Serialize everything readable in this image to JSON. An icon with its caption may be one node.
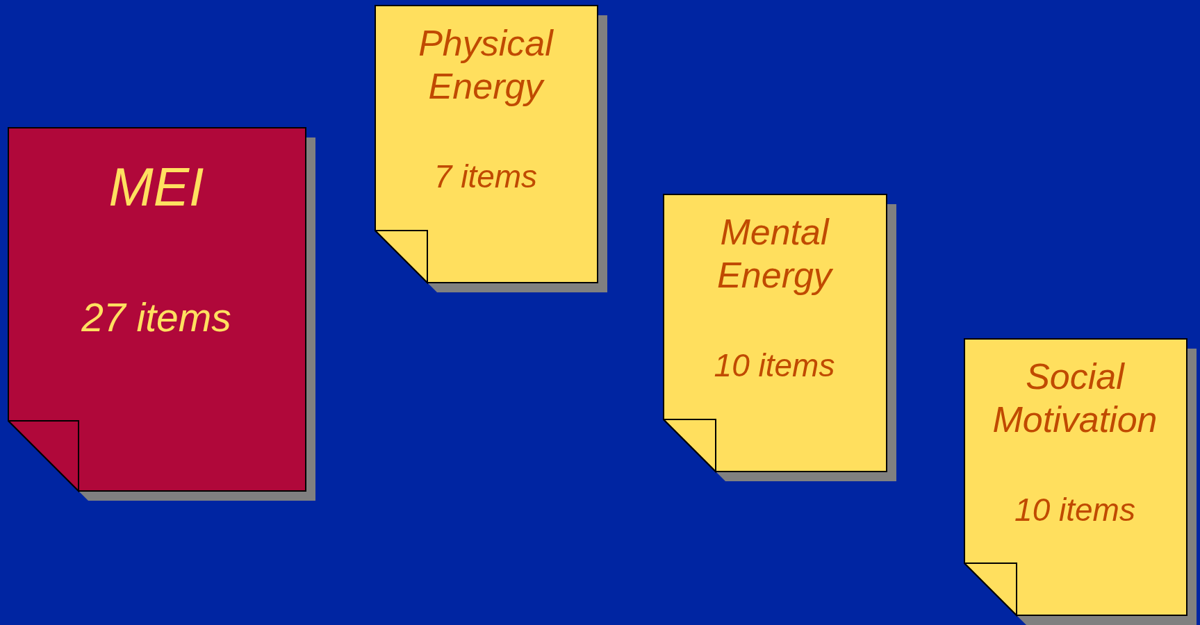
{
  "diagram": {
    "nodes": [
      {
        "text": [
          "MEI",
          "27 items"
        ]
      },
      {
        "text": [
          "Physical Energy",
          "7 items"
        ]
      },
      {
        "text": [
          "Mental Energy",
          "10 items"
        ]
      },
      {
        "text": [
          "Social Motivation",
          "10 items"
        ]
      }
    ]
  }
}
